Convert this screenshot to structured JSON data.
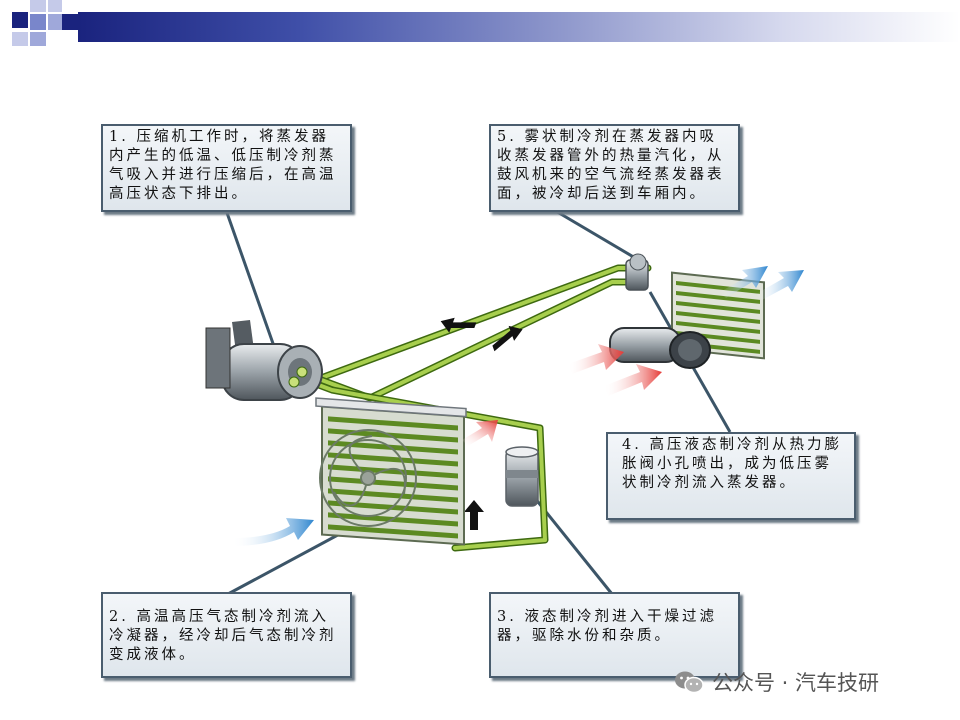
{
  "callouts": {
    "c1": "1. 压缩机工作时，将蒸发器内产生的低温、低压制冷剂蒸气吸入并进行压缩后，在高温高压状态下排出。",
    "c2": "2. 高温高压气态制冷剂流入冷凝器，经冷却后气态制冷剂变成液体。",
    "c3": "3. 液态制冷剂进入干燥过滤器，驱除水份和杂质。",
    "c4": "4. 高压液态制冷剂从热力膨胀阀小孔喷出，成为低压雾状制冷剂流入蒸发器。",
    "c5": "5. 雾状制冷剂在蒸发器内吸收蒸发器管外的热量汽化，从鼓风机来的空气流经蒸发器表面，被冷却后送到车厢内。"
  },
  "watermark": {
    "icon": "wechat-icon",
    "text": "公众号 · 汽车技研"
  },
  "colors": {
    "pipe": "#8ab03a",
    "pipe_dark": "#3e6a10",
    "callout_border": "#4a5d6e",
    "banner_dark": "#1a237e",
    "hot_arrow": "#e53935",
    "cool_arrow": "#3a8fd6"
  }
}
